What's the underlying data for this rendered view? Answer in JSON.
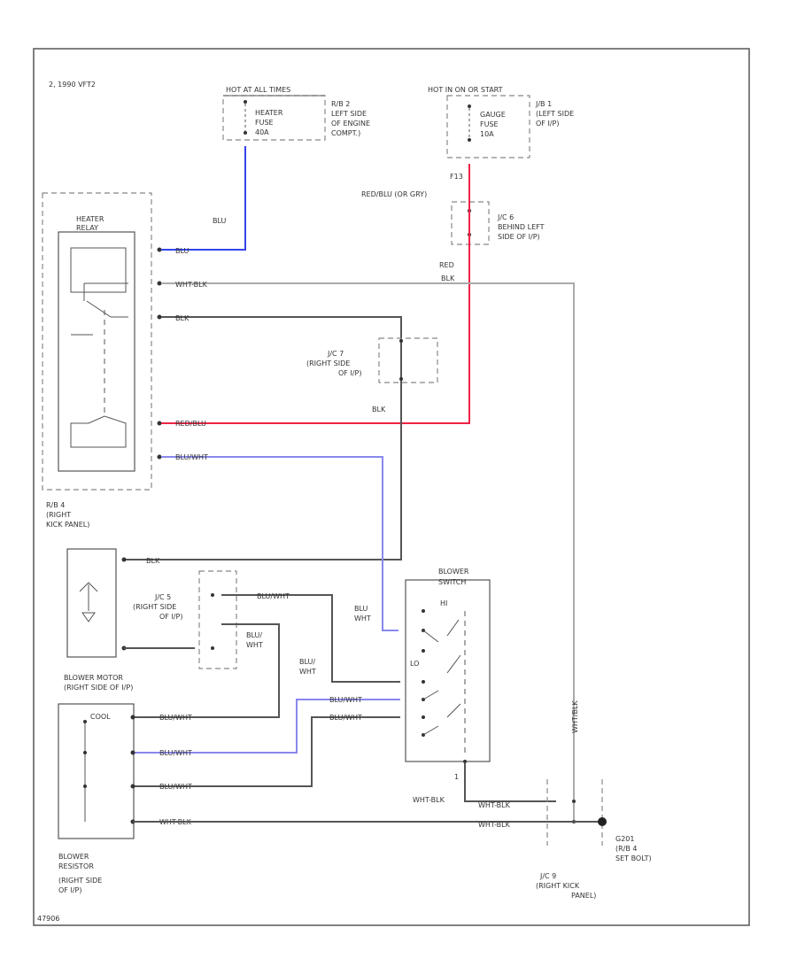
{
  "diagram": {
    "corner_note": "2, 1990 VFT2",
    "footer_code": "47906",
    "colors": {
      "blue": "#3344ee",
      "red": "#ee2244",
      "light_blue": "#8888ee",
      "gray": "#aaaaaa",
      "dark_gray": "#555555"
    },
    "labels": {
      "hot_at_all_times": "HOT AT ALL TIMES",
      "heater_fuse": "HEATER",
      "heater_fuse_2": "FUSE",
      "heater_fuse_3": "40A",
      "rb2": "R/B 2",
      "rb2_2": "LEFT SIDE",
      "rb2_3": "OF ENGINE",
      "rb2_4": "COMPT.)",
      "hot_in_on_start": "HOT IN ON OR START",
      "gauge_fuse": "GAUGE",
      "gauge_fuse_2": "FUSE",
      "gauge_fuse_3": "10A",
      "jb1": "J/B 1",
      "jb1_2": "(LEFT SIDE",
      "jb1_3": "OF I/P)",
      "f13": "F13",
      "red_blu_or_gry": "RED/BLU (OR GRY)",
      "jc6": "J/C 6",
      "jc6_2": "BEHIND LEFT",
      "jc6_3": "SIDE OF I/P)",
      "blu_top": "BLU",
      "blu_wire": "BLU",
      "heater_relay": "HEATER",
      "heater_relay_2": "RELAY",
      "wht_blk_1": "WHT-BLK",
      "red_top": "RED",
      "blk_top": "BLK",
      "blk_1": "BLK",
      "jc7": "J/C 7",
      "jc7_2": "(RIGHT SIDE",
      "jc7_3": "OF I/P)",
      "blk_mid": "BLK",
      "red_blu": "RED/BLU",
      "blu_wht": "BLU/WHT",
      "rb4": "R/B 4",
      "rb4_2": "(RIGHT",
      "rb4_3": "KICK PANEL)",
      "blk_motor": "BLK",
      "blower_switch": "BLOWER",
      "blower_switch_2": "SWITCH",
      "jc5": "J/C 5",
      "jc5_2": "(RIGHT SIDE",
      "jc5_3": "OF I/P)",
      "blu_wht_2": "BLU/WHT",
      "blu_wht_3": "BLU",
      "blu_wht_4": "WHT",
      "hi": "HI",
      "blu_wht_5": "BLU/",
      "blu_wht_6": "WHT",
      "lo": "LO",
      "blu_wht_7": "BLU/",
      "blu_wht_8": "WHT",
      "blower_motor": "BLOWER MOTOR",
      "blower_motor_2": "(RIGHT SIDE OF I/P)",
      "blu_wht_9": "BLU/WHT",
      "blu_wht_10": "BLU/WHT",
      "blu_wht_11": "BLU/WHT",
      "blu_wht_12": "BLU/WHT",
      "blu_wht_13": "BLU/WHT",
      "wht_blk_v": "WHT/BLK",
      "wht_blk_2": "WHT-BLK",
      "wht_blk_3": "WHT-BLK",
      "wht_blk_4": "WHT-BLK",
      "wht_blk_5": "WHT-BLK",
      "one": "1",
      "cool": "COOL",
      "g201": "G201",
      "g201_2": "(R/B 4",
      "g201_3": "SET BOLT)",
      "jc9": "J/C 9",
      "jc9_2": "(RIGHT KICK",
      "jc9_3": "PANEL)",
      "blower_resistor": "BLOWER",
      "blower_resistor_2": "RESISTOR",
      "blower_resistor_3": "(RIGHT SIDE",
      "blower_resistor_4": "OF I/P)"
    }
  }
}
